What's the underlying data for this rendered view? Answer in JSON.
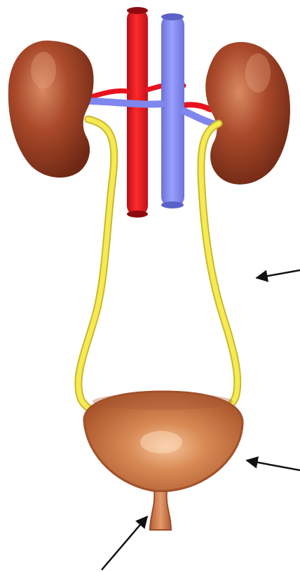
{
  "diagram": {
    "structures": [
      {
        "id": "left-kidney",
        "kind": "kidney"
      },
      {
        "id": "right-kidney",
        "kind": "kidney"
      },
      {
        "id": "aorta",
        "kind": "artery"
      },
      {
        "id": "inferior-vena-cava",
        "kind": "vein"
      },
      {
        "id": "left-ureter",
        "kind": "ureter"
      },
      {
        "id": "right-ureter",
        "kind": "ureter"
      },
      {
        "id": "urinary-bladder",
        "kind": "bladder"
      },
      {
        "id": "urethra",
        "kind": "urethra"
      }
    ],
    "pointer_arrows": [
      {
        "id": "arrow-ureter",
        "target": "right-ureter"
      },
      {
        "id": "arrow-bladder",
        "target": "urinary-bladder"
      },
      {
        "id": "arrow-urethra",
        "target": "urethra"
      }
    ],
    "colors": {
      "kidney": "#9b3f22",
      "artery": "#e8121e",
      "vein": "#7f86ee",
      "ureter": "#f5ea52",
      "bladder": "#c9733f",
      "arrow": "#111111"
    }
  }
}
